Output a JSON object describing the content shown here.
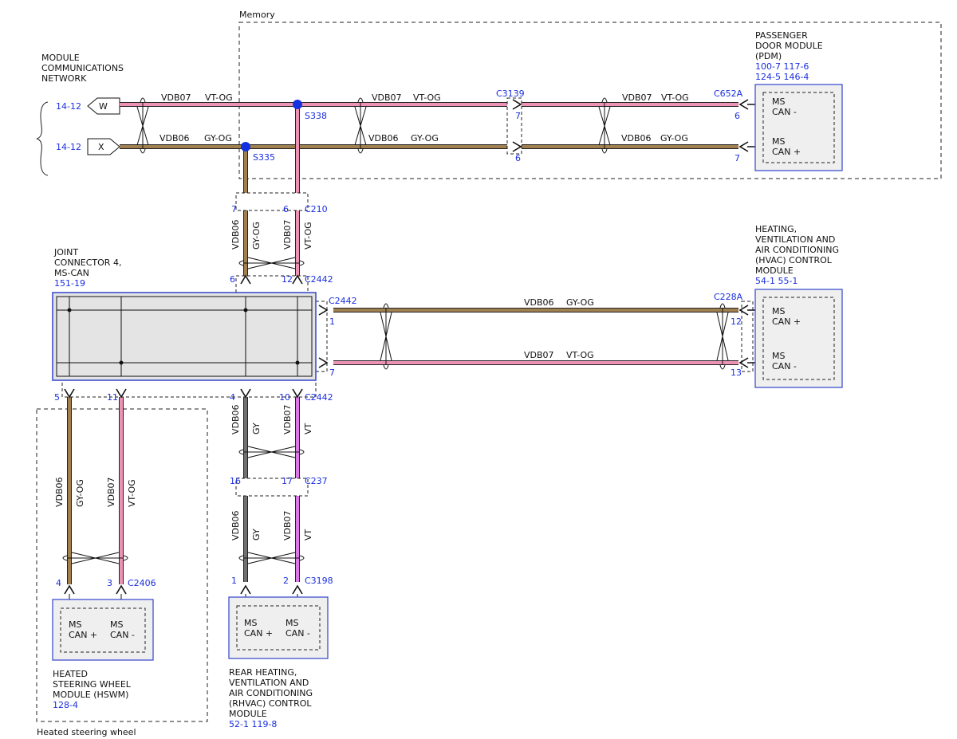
{
  "colors": {
    "wire_vt_og": "#ec93b5",
    "wire_gy_og": "#a08050",
    "wire_gy": "#707070",
    "wire_vt": "#dc78e8",
    "ref_blue": "#1a2ee0",
    "splice": "#1431e0",
    "module_fill": "#efefef",
    "module_border": "#3344cc"
  },
  "labels": {
    "memory": "Memory",
    "heated_sw": "Heated steering wheel",
    "mcn": [
      "MODULE",
      "COMMUNICATIONS",
      "NETWORK"
    ],
    "mcn_ref_w": "14-12",
    "mcn_ref_x": "14-12",
    "arrow_w": "W",
    "arrow_x": "X",
    "s338": "S338",
    "s335": "S335",
    "vdb07": "VDB07",
    "vdb06": "VDB06",
    "vt_og": "VT-OG",
    "gy_og": "GY-OG",
    "gy": "GY",
    "vt": "VT",
    "c3139": "C3139",
    "c652a": "C652A",
    "c210": "C210",
    "c2442": "C2442",
    "c228a": "C228A",
    "c2406": "C2406",
    "c237": "C237",
    "c3198": "C3198"
  },
  "pins": {
    "c3139_7": "7",
    "c3139_6": "6",
    "c652a_6": "6",
    "c652a_7": "7",
    "c210_7": "7",
    "c210_6": "6",
    "c2442_6": "6",
    "c2442_12": "12",
    "c2442_1": "1",
    "c2442_7": "7",
    "c228a_12": "12",
    "c228a_13": "13",
    "c2442_5": "5",
    "c2442_11": "11",
    "c2442_4": "4",
    "c2442_10": "10",
    "c2406_4": "4",
    "c2406_3": "3",
    "c237_16": "16",
    "c237_17": "17",
    "c3198_1": "1",
    "c3198_2": "2"
  },
  "modules": {
    "pdm": {
      "name": [
        "PASSENGER",
        "DOOR MODULE",
        "(PDM)"
      ],
      "refs": [
        "100-7  117-6",
        "124-5  146-4"
      ],
      "pin_a": [
        "MS",
        "CAN -"
      ],
      "pin_b": [
        "MS",
        "CAN +"
      ]
    },
    "hvac": {
      "name": [
        "HEATING,",
        "VENTILATION AND",
        "AIR CONDITIONING",
        "(HVAC) CONTROL",
        "MODULE"
      ],
      "refs": [
        "54-1   55-1"
      ],
      "pin_a": [
        "MS",
        "CAN +"
      ],
      "pin_b": [
        "MS",
        "CAN -"
      ]
    },
    "joint": {
      "name": [
        "JOINT",
        "CONNECTOR 4,",
        "MS-CAN"
      ],
      "refs": [
        "151-19"
      ]
    },
    "hswm": {
      "name": [
        "HEATED",
        "STEERING WHEEL",
        "MODULE (HSWM)"
      ],
      "refs": [
        "128-4"
      ],
      "pin_a": [
        "MS",
        "CAN +"
      ],
      "pin_b": [
        "MS",
        "CAN -"
      ]
    },
    "rhvac": {
      "name": [
        "REAR HEATING,",
        "VENTILATION AND",
        "AIR CONDITIONING",
        "(RHVAC) CONTROL",
        "MODULE"
      ],
      "refs": [
        "52-1   119-8"
      ],
      "pin_a": [
        "MS",
        "CAN +"
      ],
      "pin_b": [
        "MS",
        "CAN -"
      ]
    }
  }
}
